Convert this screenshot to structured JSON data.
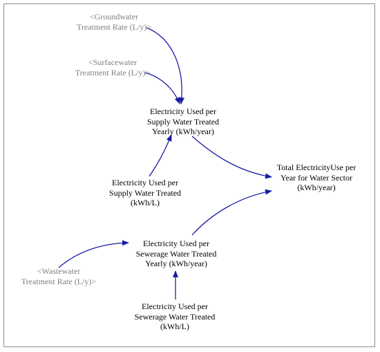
{
  "nodes": {
    "groundwater_rate": {
      "text": "<Groundwater\nTreatment Rate (L/y)>",
      "shadow": true
    },
    "surfacewater_rate": {
      "text": "<Surfacewater\nTreatment Rate (L/y)>",
      "shadow": true
    },
    "elec_supply_yearly": {
      "text": "Electricity Used per\nSupply Water Treated\nYearly (kWh/year)",
      "shadow": false
    },
    "elec_supply_per_l": {
      "text": "Electricity Used per\nSupply Water Treated\n(kWh/L)",
      "shadow": false
    },
    "total_electricity": {
      "text": "Total ElectricityUse per\nYear for Water Sector\n(kWh/year)",
      "shadow": false
    },
    "elec_sewerage_yearly": {
      "text": "Electricity Used per\nSewerage Water Treated\nYearly (kWh/year)",
      "shadow": false
    },
    "wastewater_rate": {
      "text": "<Wastewater\nTreatment Rate (L/y)>",
      "shadow": true
    },
    "elec_sewerage_per_l": {
      "text": "Electricity Used per\nSewerage Water Treated\n(kWh/L)",
      "shadow": false
    }
  },
  "colors": {
    "arrow": "#1a1aa6",
    "shadow_text": "#808080",
    "text": "#000000",
    "border": "#8c8c8c"
  }
}
